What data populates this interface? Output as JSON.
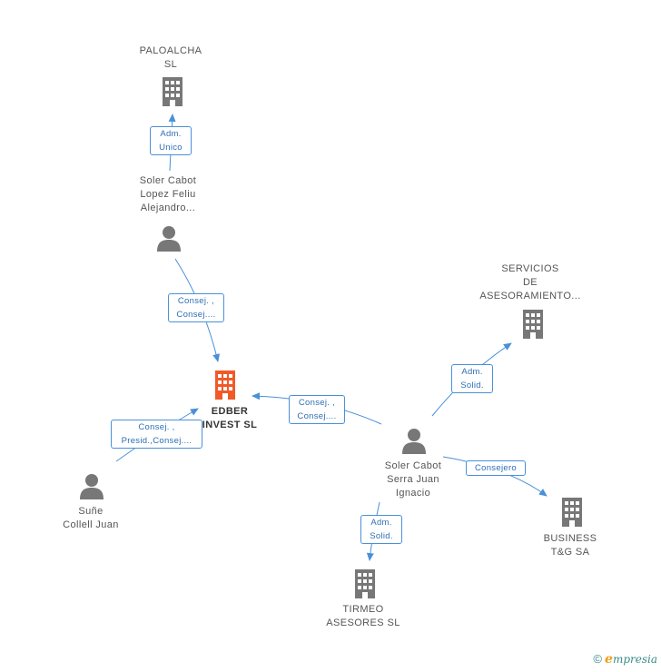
{
  "colors": {
    "edge": "#4a90d9",
    "node": "#777777",
    "main_node": "#f05a28"
  },
  "nodes": {
    "paloalcha": {
      "lines": [
        "PALOALCHA",
        "SL"
      ],
      "kind": "company"
    },
    "soler_lopez": {
      "lines": [
        "Soler Cabot",
        "Lopez Feliu",
        "Alejandro..."
      ],
      "kind": "person"
    },
    "edber": {
      "lines": [
        "EDBER",
        "INVEST SL"
      ],
      "kind": "company-main"
    },
    "sune": {
      "lines": [
        "Suñe",
        "Collell Juan"
      ],
      "kind": "person"
    },
    "servicios": {
      "lines": [
        "SERVICIOS",
        "DE",
        "ASESORAMIENTO..."
      ],
      "kind": "company"
    },
    "soler_serra": {
      "lines": [
        "Soler Cabot",
        "Serra Juan",
        "Ignacio"
      ],
      "kind": "person"
    },
    "business": {
      "lines": [
        "BUSINESS",
        "T&G SA"
      ],
      "kind": "company"
    },
    "tirmeo": {
      "lines": [
        "TIRMEO",
        "ASESORES SL"
      ],
      "kind": "company"
    }
  },
  "edges": {
    "soler_lopez_paloalcha": [
      "Adm.",
      "Unico"
    ],
    "soler_lopez_edber": [
      "Consej. ,",
      "Consej...."
    ],
    "soler_serra_edber": [
      "Consej. ,",
      "Consej...."
    ],
    "sune_edber": [
      "Consej. ,",
      "Presid.,Consej...."
    ],
    "soler_serra_servicios": [
      "Adm.",
      "Solid."
    ],
    "soler_serra_business": [
      "Consejero"
    ],
    "soler_serra_tirmeo": [
      "Adm.",
      "Solid."
    ]
  },
  "footer": {
    "copyright": "©",
    "brand_initial": "e",
    "brand_rest": "mpresia"
  }
}
